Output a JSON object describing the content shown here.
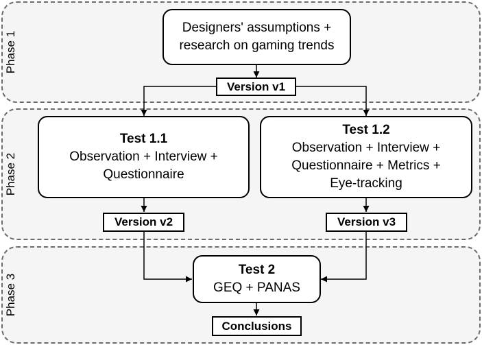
{
  "phases": {
    "p1": "Phase 1",
    "p2": "Phase 2",
    "p3": "Phase 3"
  },
  "start_box": {
    "line1": "Designers' assumptions +",
    "line2": "research on gaming trends"
  },
  "version_v1": "Version v1",
  "test_1_1": {
    "title": "Test 1.1",
    "line1": "Observation + Interview +",
    "line2": "Questionnaire"
  },
  "test_1_2": {
    "title": "Test 1.2",
    "line1": "Observation + Interview +",
    "line2": "Questionnaire + Metrics +",
    "line3": "Eye-tracking"
  },
  "version_v2": "Version v2",
  "version_v3": "Version v3",
  "test_2": {
    "title": "Test 2",
    "line1": "GEQ + PANAS"
  },
  "conclusions": "Conclusions",
  "colors": {
    "phase_fill": "#f5f5f5",
    "phase_border": "#6b6b6b",
    "box_border": "#000000"
  }
}
